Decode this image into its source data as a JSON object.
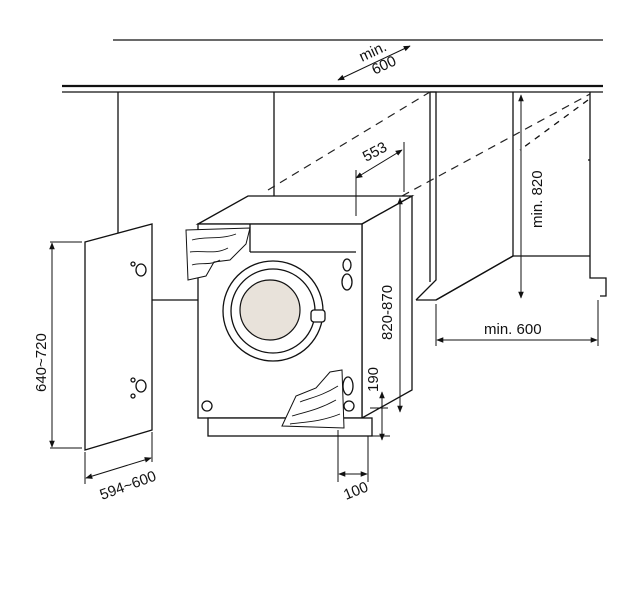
{
  "dimensions": {
    "top_depth": "min.\n600",
    "top_depth_line1": "min.",
    "top_depth_line2": "600",
    "depth_553": "553",
    "height_min_820": "min. 820",
    "height_820_870": "820-870",
    "floor_min_600": "min. 600",
    "door_height": "640~720",
    "door_width": "594~600",
    "plinth_190": "190",
    "plinth_100": "100"
  },
  "colors": {
    "line": "#111111",
    "porthole_glass": "#e8e2da",
    "background": "#ffffff"
  }
}
